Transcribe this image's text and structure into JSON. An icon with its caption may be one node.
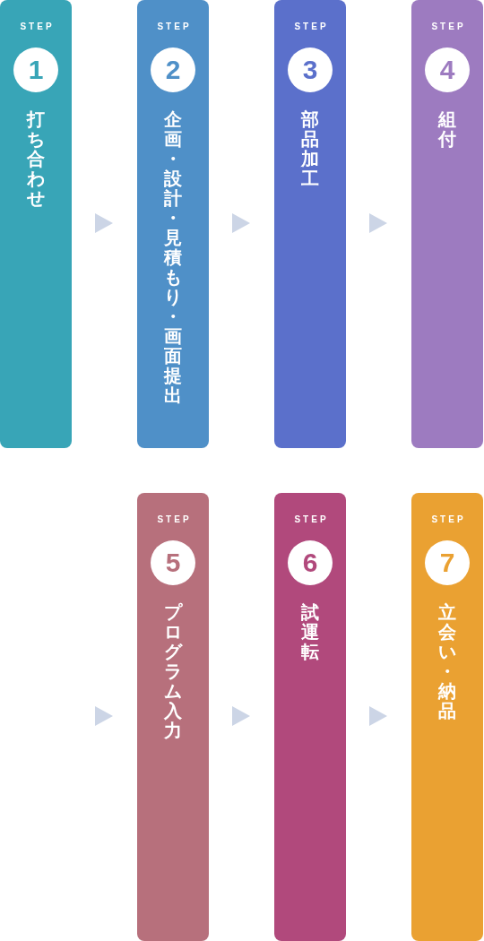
{
  "diagram": {
    "nodes": [
      {
        "text": [
          "STEP",
          "1",
          "打ち合わせ"
        ]
      },
      {
        "text": [
          "STEP",
          "2",
          "企画・設計・見積もり・画面提出"
        ]
      },
      {
        "text": [
          "STEP",
          "3",
          "部品加工"
        ]
      },
      {
        "text": [
          "STEP",
          "4",
          "組付"
        ]
      },
      {
        "text": [
          "STEP",
          "5",
          "プログラム入力"
        ]
      },
      {
        "text": [
          "STEP",
          "6",
          "試運転"
        ]
      },
      {
        "text": [
          "STEP",
          "7",
          "立会い・納品"
        ]
      }
    ],
    "edges": [
      {
        "from": 0,
        "to": 1,
        "arrow": "to"
      },
      {
        "from": 1,
        "to": 2,
        "arrow": "to"
      },
      {
        "from": 2,
        "to": 3,
        "arrow": "to"
      },
      {
        "from": null,
        "to": 4,
        "arrow": "to"
      },
      {
        "from": 4,
        "to": 5,
        "arrow": "to"
      },
      {
        "from": 5,
        "to": 6,
        "arrow": "to"
      }
    ]
  }
}
